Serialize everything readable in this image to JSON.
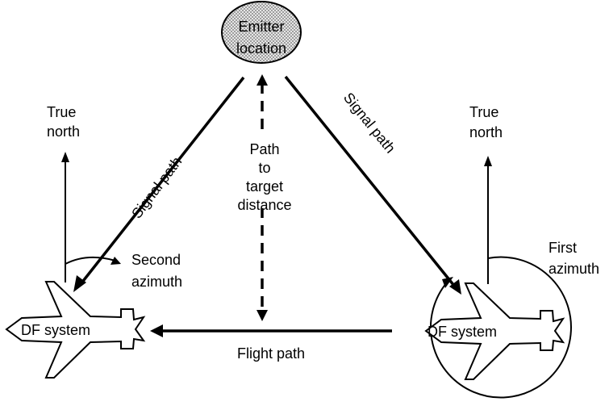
{
  "emitter": {
    "line1": "Emitter",
    "line2": "location"
  },
  "signal_path_left": "Signal path",
  "signal_path_right": "Signal path",
  "path_to_target": {
    "line1": "Path",
    "line2": "to",
    "line3": "target",
    "line4": "distance"
  },
  "true_north_left": {
    "line1": "True",
    "line2": "north"
  },
  "true_north_right": {
    "line1": "True",
    "line2": "north"
  },
  "second_azimuth": {
    "line1": "Second",
    "line2": "azimuth"
  },
  "first_azimuth": {
    "line1": "First",
    "line2": "azimuth"
  },
  "df_system_left": "DF system",
  "df_system_right": "DF system",
  "flight_path": "Flight path"
}
